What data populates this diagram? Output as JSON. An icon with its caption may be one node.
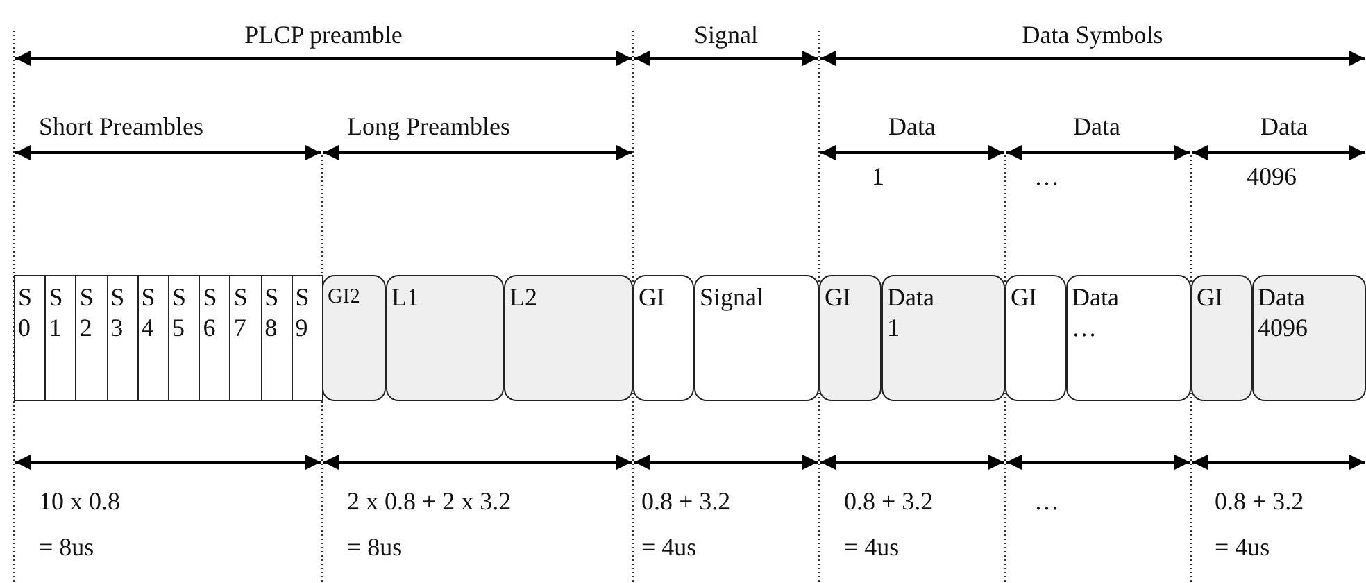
{
  "diagram": {
    "nodes": [
      {
        "text": [
          "S 0"
        ]
      },
      {
        "text": [
          "S 1"
        ]
      },
      {
        "text": [
          "S 2"
        ]
      },
      {
        "text": [
          "S 3"
        ]
      },
      {
        "text": [
          "S 4"
        ]
      },
      {
        "text": [
          "S 5"
        ]
      },
      {
        "text": [
          "S 6"
        ]
      },
      {
        "text": [
          "S 7"
        ]
      },
      {
        "text": [
          "S 8"
        ]
      },
      {
        "text": [
          "S 9"
        ]
      },
      {
        "text": [
          "GI2"
        ]
      },
      {
        "text": [
          "L1"
        ]
      },
      {
        "text": [
          "L2"
        ]
      },
      {
        "text": [
          "GI"
        ]
      },
      {
        "text": [
          "Signal"
        ]
      },
      {
        "text": [
          "GI"
        ]
      },
      {
        "text": [
          "Data 1"
        ]
      },
      {
        "text": [
          "GI"
        ]
      },
      {
        "text": [
          "Data …"
        ]
      },
      {
        "text": [
          "GI"
        ]
      },
      {
        "text": [
          "Data 4096"
        ]
      }
    ],
    "labels": [
      "PLCP preamble",
      "Signal",
      "Data Symbols",
      "Short Preambles",
      "Long Preambles",
      "Data",
      "Data",
      "Data",
      "1",
      "…",
      "4096",
      "10 x 0.8",
      "2 x 0.8 + 2 x 3.2",
      "0.8 + 3.2",
      "0.8 + 3.2",
      "…",
      "0.8 + 3.2",
      "= 8us",
      "= 8us",
      "= 4us",
      "= 4us",
      "= 4us"
    ]
  }
}
